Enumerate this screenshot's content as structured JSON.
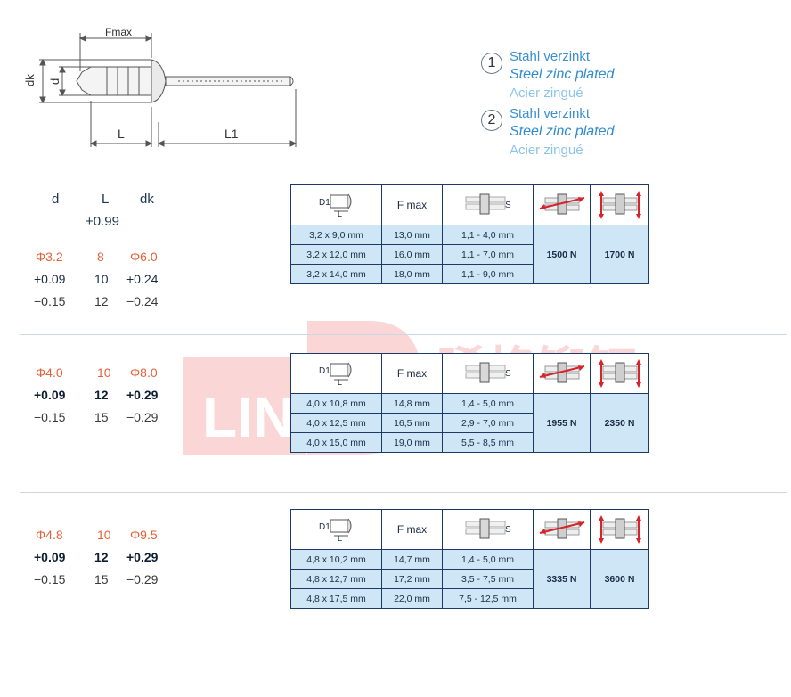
{
  "diagram": {
    "fmax_label": "Fmax",
    "dk_label": "dk",
    "d_label": "d",
    "l_label": "L",
    "l1_label": "L1"
  },
  "materials": [
    {
      "num": "1",
      "de": "Stahl verzinkt",
      "en": "Steel zinc plated",
      "fr": "Acier zingué"
    },
    {
      "num": "2",
      "de": "Stahl verzinkt",
      "en": "Steel zinc plated",
      "fr": "Acier zingué"
    }
  ],
  "dim_header": {
    "d": "d",
    "l": "L",
    "dk": "dk",
    "l_tol": "+0.99"
  },
  "sections": [
    {
      "dims": {
        "d": "Φ3.2",
        "l1": "8",
        "dk": "Φ6.0",
        "d_tol_plus": "+0.09",
        "l2": "10",
        "dk_tol_plus": "+0.24",
        "d_tol_minus": "−0.15",
        "l3": "12",
        "dk_tol_minus": "−0.24"
      },
      "table": {
        "headers": {
          "dim_icon": "D1",
          "fmax": "F max",
          "grip_icon": "S"
        },
        "rows": [
          {
            "size": "3,2 x 9,0 mm",
            "fmax": "13,0 mm",
            "range": "1,1 - 4,0 mm"
          },
          {
            "size": "3,2 x 12,0 mm",
            "fmax": "16,0 mm",
            "range": "1,1 - 7,0 mm"
          },
          {
            "size": "3,2 x 14,0 mm",
            "fmax": "18,0 mm",
            "range": "1,1 - 9,0 mm"
          }
        ],
        "shear": "1500 N",
        "tensile": "1700 N"
      }
    },
    {
      "dims": {
        "d": "Φ4.0",
        "l1": "10",
        "dk": "Φ8.0",
        "d_tol_plus": "+0.09",
        "l2": "12",
        "dk_tol_plus": "+0.29",
        "d_tol_minus": "−0.15",
        "l3": "15",
        "dk_tol_minus": "−0.29"
      },
      "table": {
        "headers": {
          "dim_icon": "D1",
          "fmax": "F max",
          "grip_icon": "S"
        },
        "rows": [
          {
            "size": "4,0 x 10,8 mm",
            "fmax": "14,8 mm",
            "range": "1,4 - 5,0 mm"
          },
          {
            "size": "4,0 x 12,5 mm",
            "fmax": "16,5 mm",
            "range": "2,9 - 7,0 mm"
          },
          {
            "size": "4,0 x 15,0 mm",
            "fmax": "19,0 mm",
            "range": "5,5 - 8,5 mm"
          }
        ],
        "shear": "1955 N",
        "tensile": "2350 N"
      }
    },
    {
      "dims": {
        "d": "Φ4.8",
        "l1": "10",
        "dk": "Φ9.5",
        "d_tol_plus": "+0.09",
        "l2": "12",
        "dk_tol_plus": "+0.29",
        "d_tol_minus": "−0.15",
        "l3": "15",
        "dk_tol_minus": "−0.29"
      },
      "table": {
        "headers": {
          "dim_icon": "D1",
          "fmax": "F max",
          "grip_icon": "S"
        },
        "rows": [
          {
            "size": "4,8 x 10,2 mm",
            "fmax": "14,7 mm",
            "range": "1,4 - 5,0 mm"
          },
          {
            "size": "4,8 x 12,7 mm",
            "fmax": "17,2 mm",
            "range": "3,5 - 7,5 mm"
          },
          {
            "size": "4,8 x 17,5 mm",
            "fmax": "22,0 mm",
            "range": "7,5 - 12,5 mm"
          }
        ],
        "shear": "3335 N",
        "tensile": "3600 N"
      }
    }
  ],
  "watermark": {
    "latin": "LIN",
    "cjk": "晞格铆钉"
  },
  "colors": {
    "table_fill": "#cfe6f7",
    "table_border": "#1d3a66",
    "tolerance_orange": "#e2623a",
    "legend_blue": "#2f8bd2"
  }
}
